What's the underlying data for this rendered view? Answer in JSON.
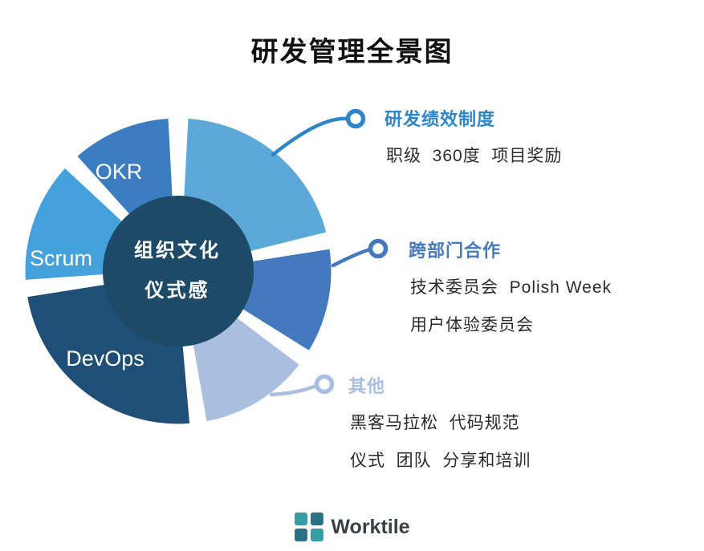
{
  "title": "研发管理全景图",
  "chart_data": {
    "type": "pie",
    "title": "研发管理全景图",
    "center_labels": [
      "组织文化",
      "仪式感"
    ],
    "center_color": "#1C4A67",
    "legend_position": "none",
    "segments": [
      {
        "label": "",
        "callout": "研发绩效制度",
        "start_deg": 3,
        "end_deg": 76,
        "color": "#5BA8D9"
      },
      {
        "label": "",
        "callout": "跨部门合作",
        "start_deg": 81,
        "end_deg": 122,
        "color": "#4478BF"
      },
      {
        "label": "",
        "callout": "其他",
        "start_deg": 127,
        "end_deg": 170,
        "color": "#AABFDF"
      },
      {
        "label": "DevOps",
        "start_deg": 175,
        "end_deg": 261,
        "color": "#1F4E77"
      },
      {
        "label": "Scrum",
        "start_deg": 266,
        "end_deg": 313,
        "color": "#44A1DC"
      },
      {
        "label": "OKR",
        "start_deg": 318,
        "end_deg": 357,
        "color": "#3C7DC2"
      }
    ]
  },
  "callouts": [
    {
      "heading": "研发绩效制度",
      "color": "#2E86C9",
      "lines": [
        "职级  360度  项目奖励"
      ]
    },
    {
      "heading": "跨部门合作",
      "color": "#4478BF",
      "lines": [
        "技术委员会  Polish Week",
        "用户体验委员会"
      ]
    },
    {
      "heading": "其他",
      "color": "#AABFDF",
      "lines": [
        "黑客马拉松  代码规范",
        "仪式  团队  分享和培训"
      ]
    }
  ],
  "logo": {
    "text": "Worktile",
    "color_teal": "#359DA8",
    "color_dark": "#2A7187",
    "text_color": "#3C4043"
  }
}
